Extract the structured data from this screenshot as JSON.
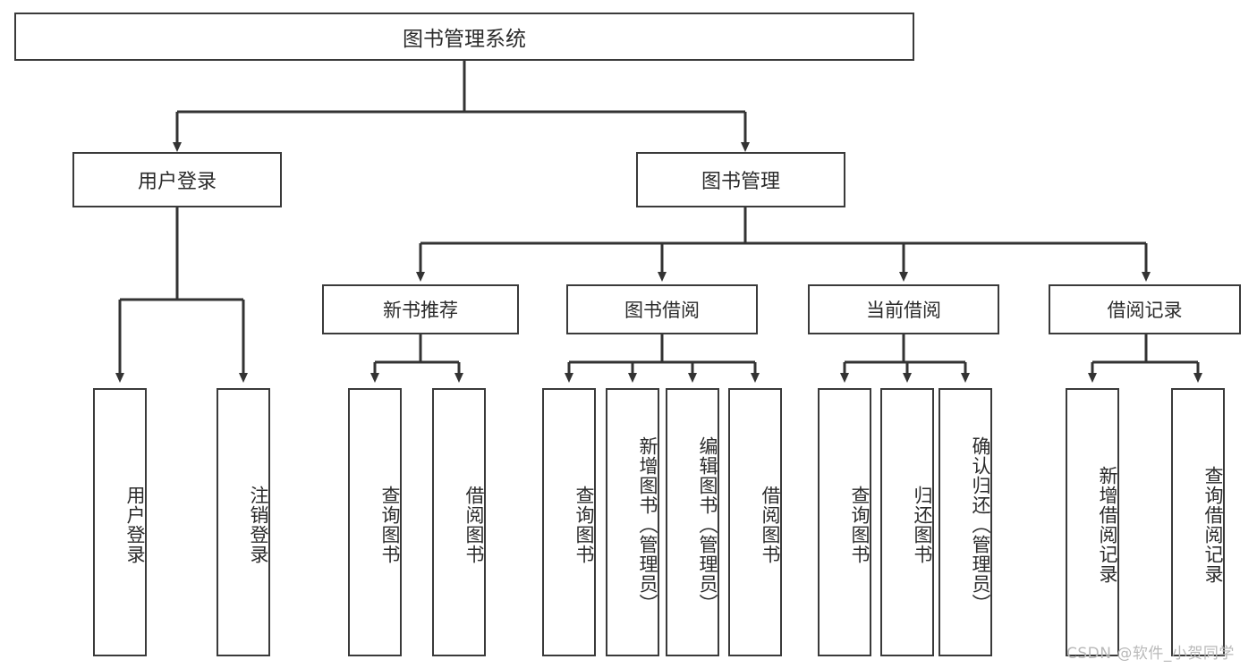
{
  "diagram": {
    "title": "图书管理系统",
    "type": "functional-structure-tree",
    "root": {
      "label": "图书管理系统"
    },
    "level2": [
      {
        "label": "用户登录"
      },
      {
        "label": "图书管理"
      }
    ],
    "level3": [
      {
        "label": "新书推荐"
      },
      {
        "label": "图书借阅"
      },
      {
        "label": "当前借阅"
      },
      {
        "label": "借阅记录"
      }
    ],
    "leaves": {
      "user_login": [
        {
          "label": "用户登录"
        },
        {
          "label": "注销登录"
        }
      ],
      "new_book_recommend": [
        {
          "label": "查询图书"
        },
        {
          "label": "借阅图书"
        }
      ],
      "book_borrow": [
        {
          "label": "查询图书"
        },
        {
          "label": "新增图书（管理员）"
        },
        {
          "label": "编辑图书（管理员）"
        },
        {
          "label": "借阅图书"
        }
      ],
      "current_borrow": [
        {
          "label": "查询图书"
        },
        {
          "label": "归还图书"
        },
        {
          "label": "确认归还（管理员）"
        }
      ],
      "borrow_record": [
        {
          "label": "新增借阅记录"
        },
        {
          "label": "查询借阅记录"
        }
      ]
    }
  },
  "watermark": {
    "text": "CSDN @软件_小贺同学"
  },
  "colors": {
    "box_border": "#3a3a3a",
    "box_fill": "#ffffff",
    "text": "#2b2b2b",
    "connector": "#333333",
    "watermark": "#b9b9b9",
    "background": "#ffffff"
  }
}
